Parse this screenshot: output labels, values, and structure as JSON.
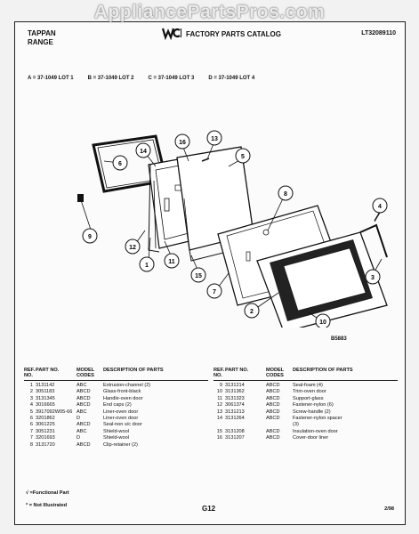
{
  "watermark": "AppliancePartsPros.com",
  "header": {
    "brand_line1": "TAPPAN",
    "brand_line2": "RANGE",
    "catalog_title": "FACTORY PARTS CATALOG",
    "doc_number": "LT32089110"
  },
  "models": [
    "A = 37-1049 LOT 1",
    "B = 37-1049 LOT 2",
    "C = 37-1049 LOT 3",
    "D = 37-1049 LOT 4"
  ],
  "diagram": {
    "callouts": [
      "1",
      "2",
      "3",
      "4",
      "5",
      "6",
      "7",
      "8",
      "9",
      "10",
      "11",
      "12",
      "13",
      "14",
      "15",
      "16"
    ],
    "figure_code": "B5883"
  },
  "table": {
    "headers": {
      "ref": "REF. NO.",
      "part": "PART NO.",
      "codes": "MODEL CODES",
      "desc": "DESCRIPTION OF PARTS"
    },
    "left": [
      {
        "ref": "1",
        "part": "3131142",
        "codes": "ABC",
        "desc": "Extrusion-channel (2)"
      },
      {
        "ref": "2",
        "part": "3051183",
        "codes": "ABCD",
        "desc": "Glass-front-black"
      },
      {
        "ref": "3",
        "part": "3131345",
        "codes": "ABCD",
        "desc": "Handle-oven door"
      },
      {
        "ref": "4",
        "part": "3016665",
        "codes": "ABCD",
        "desc": "End caps (2)"
      },
      {
        "ref": "5",
        "part": "3917092W05-66",
        "codes": "ABC",
        "desc": "Liner-oven door"
      },
      {
        "ref": "6",
        "part": "3201862",
        "codes": "D",
        "desc": "Liner-oven door"
      },
      {
        "ref": "6",
        "part": "3061225",
        "codes": "ABCD",
        "desc": "Seal-non s/c door"
      },
      {
        "ref": "7",
        "part": "3051231",
        "codes": "ABC",
        "desc": "Shield-wool"
      },
      {
        "ref": "7",
        "part": "3201693",
        "codes": "D",
        "desc": "Shield-wool"
      },
      {
        "ref": "8",
        "part": "3131720",
        "codes": "ABCD",
        "desc": "Clip-retainer (2)"
      }
    ],
    "right": [
      {
        "ref": "9",
        "part": "3131214",
        "codes": "ABCD",
        "desc": "Seal-foam (4)"
      },
      {
        "ref": "10",
        "part": "3131362",
        "codes": "ABCD",
        "desc": "Trim-oven door"
      },
      {
        "ref": "11",
        "part": "3131323",
        "codes": "ABCD",
        "desc": "Support-glass"
      },
      {
        "ref": "12",
        "part": "3061374",
        "codes": "ABCD",
        "desc": "Fastener-nylon (6)"
      },
      {
        "ref": "13",
        "part": "3131213",
        "codes": "ABCD",
        "desc": "Screw-handle (2)"
      },
      {
        "ref": "14",
        "part": "3131264",
        "codes": "ABCD",
        "desc": "Fastener-nylon spacer"
      },
      {
        "ref": "",
        "part": "",
        "codes": "",
        "desc": "(3)"
      },
      {
        "ref": "15",
        "part": "3131208",
        "codes": "ABCD",
        "desc": "Insulation-oven door"
      },
      {
        "ref": "16",
        "part": "3131207",
        "codes": "ABCD",
        "desc": "Cover-door liner"
      }
    ]
  },
  "footer": {
    "functional": "√ =Functional Part",
    "not_illustrated": "* = Not Illustrated",
    "page": "G12",
    "date": "2/98"
  }
}
